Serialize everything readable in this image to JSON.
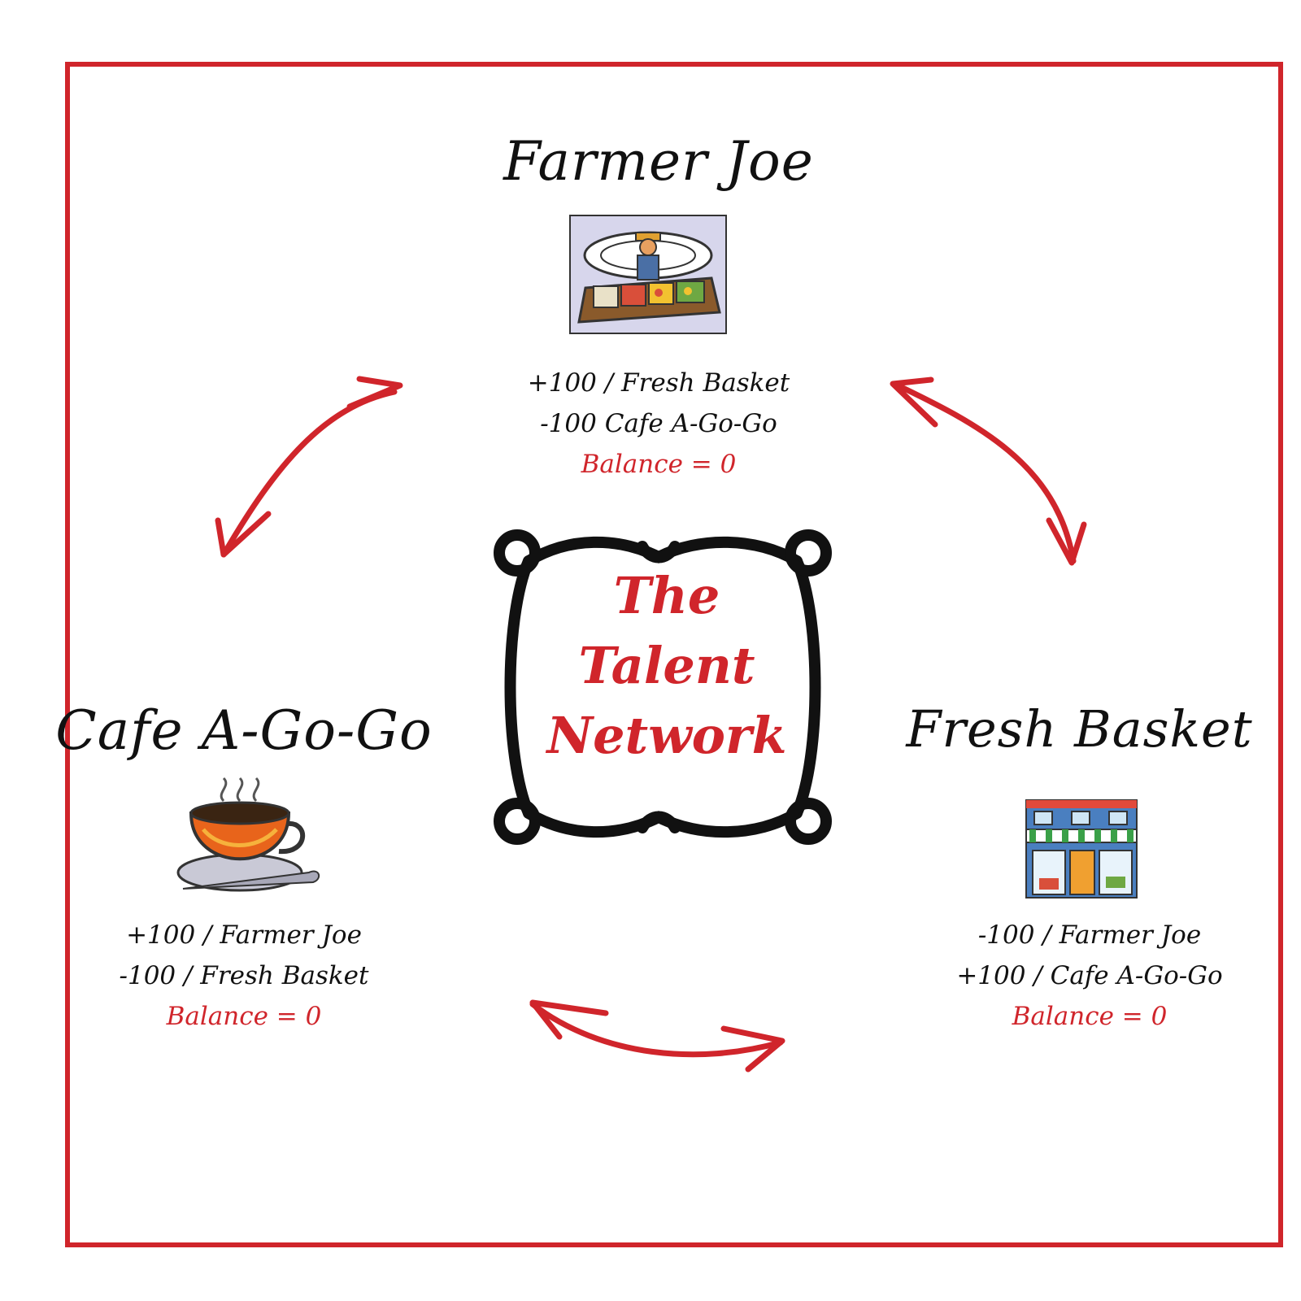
{
  "diagram": {
    "title": [
      "The",
      "Talent",
      "Network"
    ],
    "colors": {
      "accent": "#d0252b",
      "ink": "#111111"
    },
    "nodes": [
      {
        "id": "farmer_joe",
        "name": "Farmer Joe",
        "icon": "market-stall-farmer-icon",
        "entries": [
          "+100 / Fresh Basket",
          "-100 Cafe A-Go-Go"
        ],
        "balance": "Balance = 0"
      },
      {
        "id": "cafe_a_go_go",
        "name": "Cafe A-Go-Go",
        "icon": "coffee-cup-icon",
        "entries": [
          "+100 / Farmer Joe",
          "-100 / Fresh Basket"
        ],
        "balance": "Balance = 0"
      },
      {
        "id": "fresh_basket",
        "name": "Fresh Basket",
        "icon": "storefront-icon",
        "entries": [
          "-100 / Farmer Joe",
          "+100 / Cafe A-Go-Go"
        ],
        "balance": "Balance = 0"
      }
    ],
    "edges": [
      {
        "from": "farmer_joe",
        "to": "cafe_a_go_go",
        "direction": "both"
      },
      {
        "from": "farmer_joe",
        "to": "fresh_basket",
        "direction": "both"
      },
      {
        "from": "cafe_a_go_go",
        "to": "fresh_basket",
        "direction": "both"
      }
    ]
  }
}
